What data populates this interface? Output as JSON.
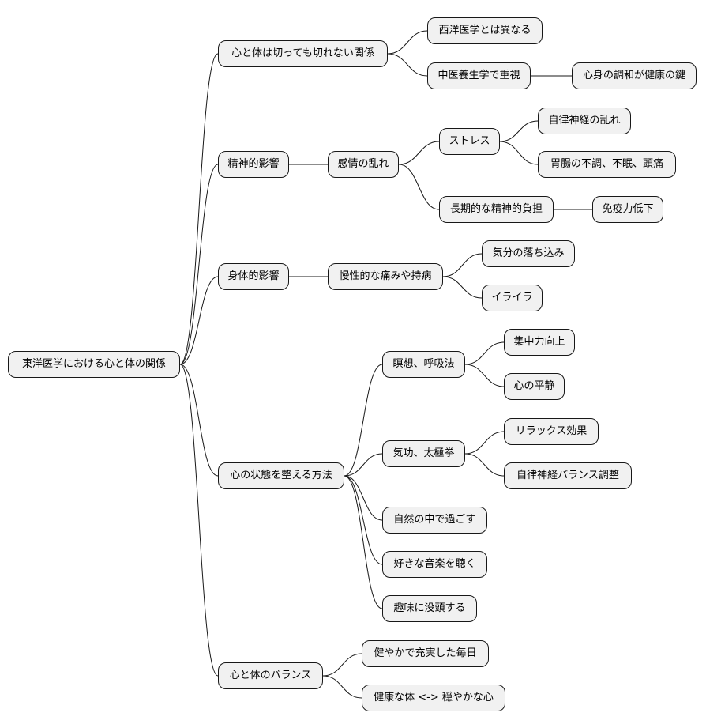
{
  "mindmap": {
    "root": {
      "id": "root",
      "label": "東洋医学における心と体の関係"
    },
    "nodes": [
      {
        "id": "n1",
        "parent": "root",
        "label": "心と体は切っても切れない関係"
      },
      {
        "id": "n1a",
        "parent": "n1",
        "label": "西洋医学とは異なる"
      },
      {
        "id": "n1b",
        "parent": "n1",
        "label": "中医養生学で重視"
      },
      {
        "id": "n1b1",
        "parent": "n1b",
        "label": "心身の調和が健康の鍵"
      },
      {
        "id": "n2",
        "parent": "root",
        "label": "精神的影響"
      },
      {
        "id": "n2a",
        "parent": "n2",
        "label": "感情の乱れ"
      },
      {
        "id": "n2a1",
        "parent": "n2a",
        "label": "ストレス"
      },
      {
        "id": "n2a1a",
        "parent": "n2a1",
        "label": "自律神経の乱れ"
      },
      {
        "id": "n2a1b",
        "parent": "n2a1",
        "label": "胃腸の不調、不眠、頭痛"
      },
      {
        "id": "n2a2",
        "parent": "n2a",
        "label": "長期的な精神的負担"
      },
      {
        "id": "n2a2a",
        "parent": "n2a2",
        "label": "免疫力低下"
      },
      {
        "id": "n3",
        "parent": "root",
        "label": "身体的影響"
      },
      {
        "id": "n3a",
        "parent": "n3",
        "label": "慢性的な痛みや持病"
      },
      {
        "id": "n3a1",
        "parent": "n3a",
        "label": "気分の落ち込み"
      },
      {
        "id": "n3a2",
        "parent": "n3a",
        "label": "イライラ"
      },
      {
        "id": "n4",
        "parent": "root",
        "label": "心の状態を整える方法"
      },
      {
        "id": "n4a",
        "parent": "n4",
        "label": "瞑想、呼吸法"
      },
      {
        "id": "n4a1",
        "parent": "n4a",
        "label": "集中力向上"
      },
      {
        "id": "n4a2",
        "parent": "n4a",
        "label": "心の平静"
      },
      {
        "id": "n4b",
        "parent": "n4",
        "label": "気功、太極拳"
      },
      {
        "id": "n4b1",
        "parent": "n4b",
        "label": "リラックス効果"
      },
      {
        "id": "n4b2",
        "parent": "n4b",
        "label": "自律神経バランス調整"
      },
      {
        "id": "n4c",
        "parent": "n4",
        "label": "自然の中で過ごす"
      },
      {
        "id": "n4d",
        "parent": "n4",
        "label": "好きな音楽を聴く"
      },
      {
        "id": "n4e",
        "parent": "n4",
        "label": "趣味に没頭する"
      },
      {
        "id": "n5",
        "parent": "root",
        "label": "心と体のバランス"
      },
      {
        "id": "n5a",
        "parent": "n5",
        "label": "健やかで充実した毎日"
      },
      {
        "id": "n5b",
        "parent": "n5",
        "label": "健康な体 <-> 穏やかな心"
      }
    ]
  }
}
